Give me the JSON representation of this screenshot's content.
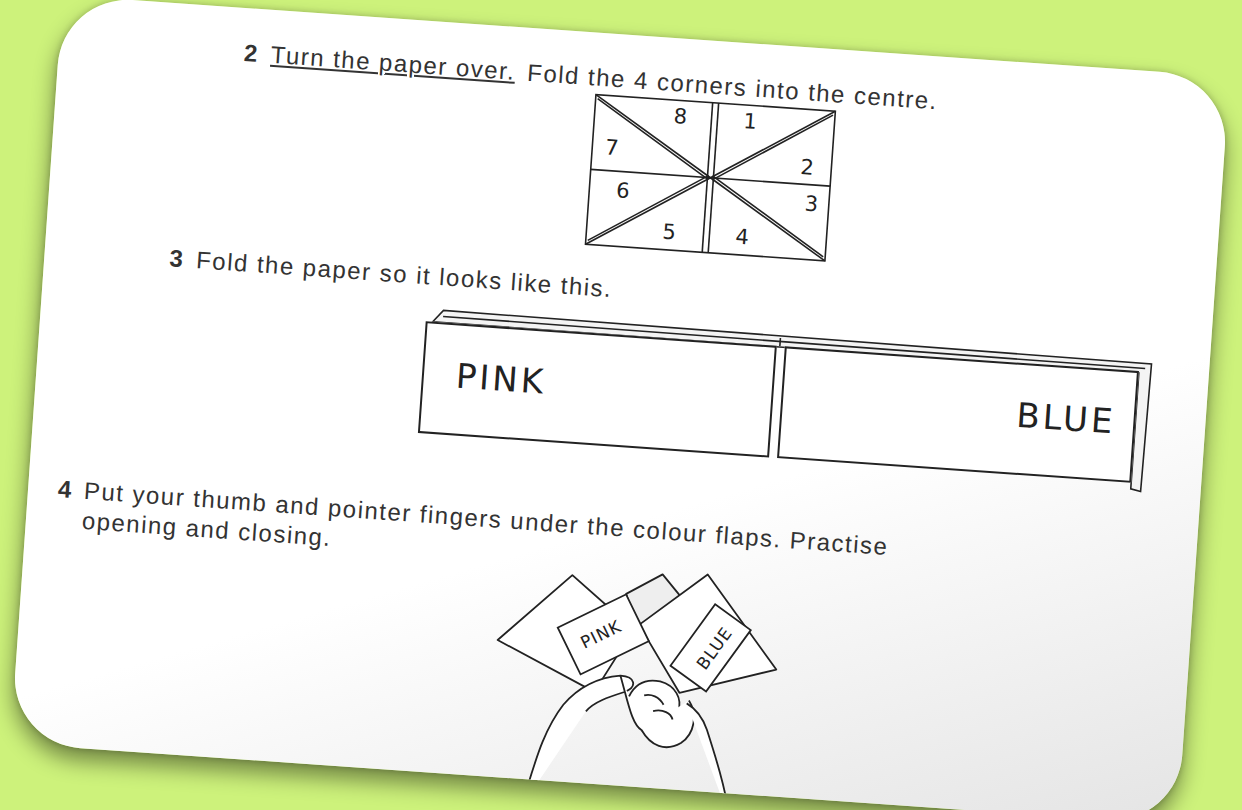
{
  "diagram": {
    "nodes": [
      {
        "text": [
          "PINK"
        ]
      },
      {
        "text": [
          "BLUE"
        ]
      }
    ],
    "labels": [
      "2",
      "Turn the paper over.",
      "Fold the 4 corners into the centre.",
      "8",
      "1",
      "7",
      "2",
      "6",
      "3",
      "5",
      "4",
      "3",
      "Fold the paper so it looks like this.",
      "4",
      "Put your thumb and pointer fingers under the colour flaps. Practise opening and closing.",
      "PINK",
      "BLUE"
    ]
  }
}
